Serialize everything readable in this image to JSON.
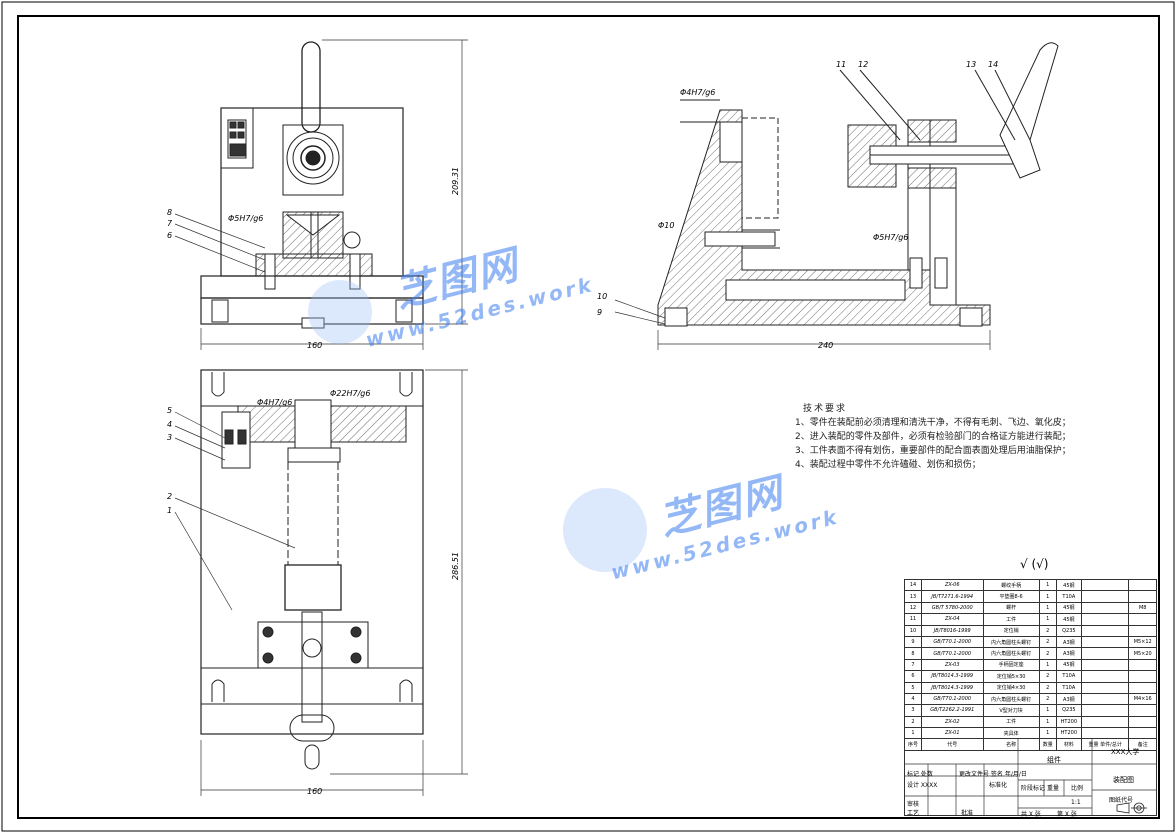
{
  "dims": {
    "front_width": "160",
    "front_height": "209.31",
    "side_width": "240",
    "top_width": "160",
    "top_height": "286.51"
  },
  "fits": {
    "f1": "Φ5H7/g6",
    "f2": "Φ4H7/g6",
    "f3": "Φ10",
    "f4": "Φ5H7/g6",
    "f5": "Φ4H7/g6",
    "f6": "Φ22H7/g6"
  },
  "balloons": {
    "b1": "1",
    "b2": "2",
    "b3": "3",
    "b4": "4",
    "b5": "5",
    "b6": "6",
    "b7": "7",
    "b8": "8",
    "b9": "9",
    "b10": "10",
    "b11": "11",
    "b12": "12",
    "b13": "13",
    "b14": "14"
  },
  "tech": {
    "title": "技术要求",
    "r1": "1、零件在装配前必须清理和清洗干净，不得有毛刺、飞边、氧化皮；",
    "r2": "2、进入装配的零件及部件，必须有检验部门的合格证方能进行装配；",
    "r3": "3、工件表面不得有划伤，重要部件的配合面表面处理后用油脂保护；",
    "r4": "4、装配过程中零件不允许磕碰、划伤和损伤；"
  },
  "roughness": "√ (√)",
  "watermark": {
    "cn": "芝图网",
    "url": "www.52des.work"
  },
  "bom": {
    "rows": [
      [
        "14",
        "ZX-06",
        "螺纹手柄",
        "1",
        "45钢",
        ""
      ],
      [
        "13",
        "JB/T7271.6-1994",
        "平垫圈8-6",
        "1",
        "T10A",
        ""
      ],
      [
        "12",
        "GB/T 5780-2000",
        "螺杆",
        "1",
        "45钢",
        "M8"
      ],
      [
        "11",
        "ZX-04",
        "工件",
        "1",
        "45钢",
        ""
      ],
      [
        "10",
        "JB/T8016-1999",
        "定位销",
        "2",
        "Q235",
        ""
      ],
      [
        "9",
        "GB/T70.1-2000",
        "内六角圆柱头螺钉",
        "2",
        "A3钢",
        "M5×12"
      ],
      [
        "8",
        "GB/T70.1-2000",
        "内六角圆柱头螺钉",
        "2",
        "A3钢",
        "M5×20"
      ],
      [
        "7",
        "ZX-03",
        "手柄固定座",
        "1",
        "45钢",
        ""
      ],
      [
        "6",
        "JB/T8014.3-1999",
        "定位销5×30",
        "2",
        "T10A",
        ""
      ],
      [
        "5",
        "JB/T8014.3-1999",
        "定位销4×30",
        "2",
        "T10A",
        ""
      ],
      [
        "4",
        "GB/T70.1-2000",
        "内六角圆柱头螺钉",
        "2",
        "A3钢",
        "M4×16"
      ],
      [
        "3",
        "GB/T2262.2-1991",
        "V型对刀块",
        "1",
        "Q235",
        ""
      ],
      [
        "2",
        "ZX-02",
        "工件",
        "1",
        "HT200",
        ""
      ],
      [
        "1",
        "ZX-01",
        "夹具体",
        "1",
        "HT200",
        ""
      ]
    ],
    "header": [
      "序号",
      "代号",
      "名称",
      "数量",
      "材料",
      "重量",
      "备注"
    ],
    "header_sub": [
      "单件",
      "总计"
    ]
  },
  "titleblock": {
    "part": "组件",
    "school": "XXX大学",
    "drawing": "装配图",
    "number": "图纸代号",
    "scale": "1:1",
    "sheet_left": "共 X 张",
    "sheet_right": "第 X 张",
    "row1": "标记 处数",
    "row1b": "更改文件号 签名 年/月/日",
    "designer": "设计 XXXX",
    "std": "标准化",
    "stage": "阶段标记",
    "weight": "重量",
    "ratio": "比例",
    "review": "审核",
    "craft": "工艺",
    "approve": "批准"
  }
}
